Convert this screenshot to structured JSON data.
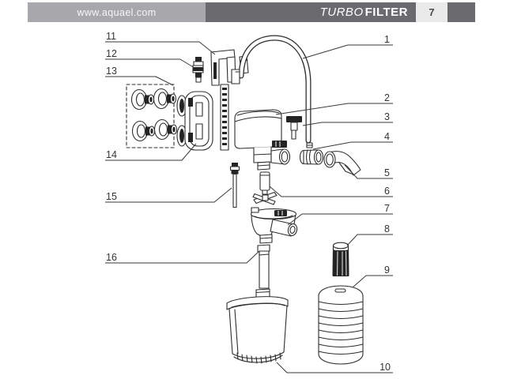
{
  "header": {
    "site_url": "www.aquael.com",
    "brand_light": "TURBO",
    "brand_bold": "FILTER",
    "page_number": "7",
    "colors": {
      "url_bar_bg": "#a8a8ac",
      "brand_bar_bg": "#6b6b6f",
      "page_box_bg": "#eaeaea",
      "header_text": "#ffffff",
      "page_number_text": "#4a4a4a"
    }
  },
  "diagram": {
    "type": "exploded-parts-diagram",
    "line_color": "#2e2e2e",
    "background": "#ffffff",
    "part_labels": [
      "1",
      "2",
      "3",
      "4",
      "5",
      "6",
      "7",
      "8",
      "9",
      "10",
      "11",
      "12",
      "13",
      "14",
      "15",
      "16"
    ]
  }
}
